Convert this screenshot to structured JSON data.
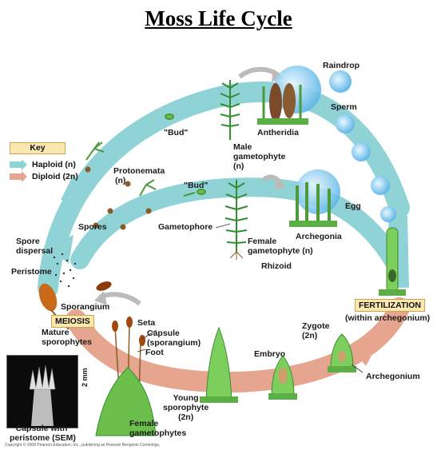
{
  "title": "Moss Life Cycle",
  "key": {
    "title": "Key",
    "haploid_label": "Haploid (n)",
    "diploid_label": "Diploid (2n)",
    "haploid_color": "#8fd3d6",
    "diploid_color": "#e6a58e"
  },
  "labels": {
    "raindrop": "Raindrop",
    "sperm": "Sperm",
    "antheridia": "Antheridia",
    "bud_top": "\"Bud\"",
    "male_gametophyte": [
      "Male",
      "gametophyte",
      "(n)"
    ],
    "protonemata": [
      "Protonemata",
      "(n)"
    ],
    "bud_middle": "\"Bud\"",
    "egg": "Egg",
    "spores": "Spores",
    "gametophore": "Gametophore",
    "archegonia": "Archegonia",
    "female_gametophyte": [
      "Female",
      "gametophyte (n)"
    ],
    "rhizoid": "Rhizoid",
    "spore_dispersal": [
      "Spore",
      "dispersal"
    ],
    "peristome": "Peristome",
    "sporangium": "Sporangium",
    "fertilization": "FERTILIZATION",
    "within_archegonium": "(within archegonium)",
    "meiosis": "MEIOSIS",
    "seta": "Seta",
    "capsule": [
      "Capsule",
      "(sporangium)"
    ],
    "foot": "Foot",
    "mature_sporophytes": [
      "Mature",
      "sporophytes"
    ],
    "zygote": [
      "Zygote",
      "(2n)"
    ],
    "embryo": "Embryo",
    "archegonium": "Archegonium",
    "young_sporophyte": [
      "Young",
      "sporophyte",
      "(2n)"
    ],
    "female_gametophytes": [
      "Female",
      "gametophytes"
    ],
    "capsule_sem": [
      "Capsule with",
      "peristome (SEM)"
    ],
    "scale": "2 mm",
    "copyright": "Copyright © 2008 Pearson Education, Inc., publishing as Pearson Benjamin Cummings."
  }
}
